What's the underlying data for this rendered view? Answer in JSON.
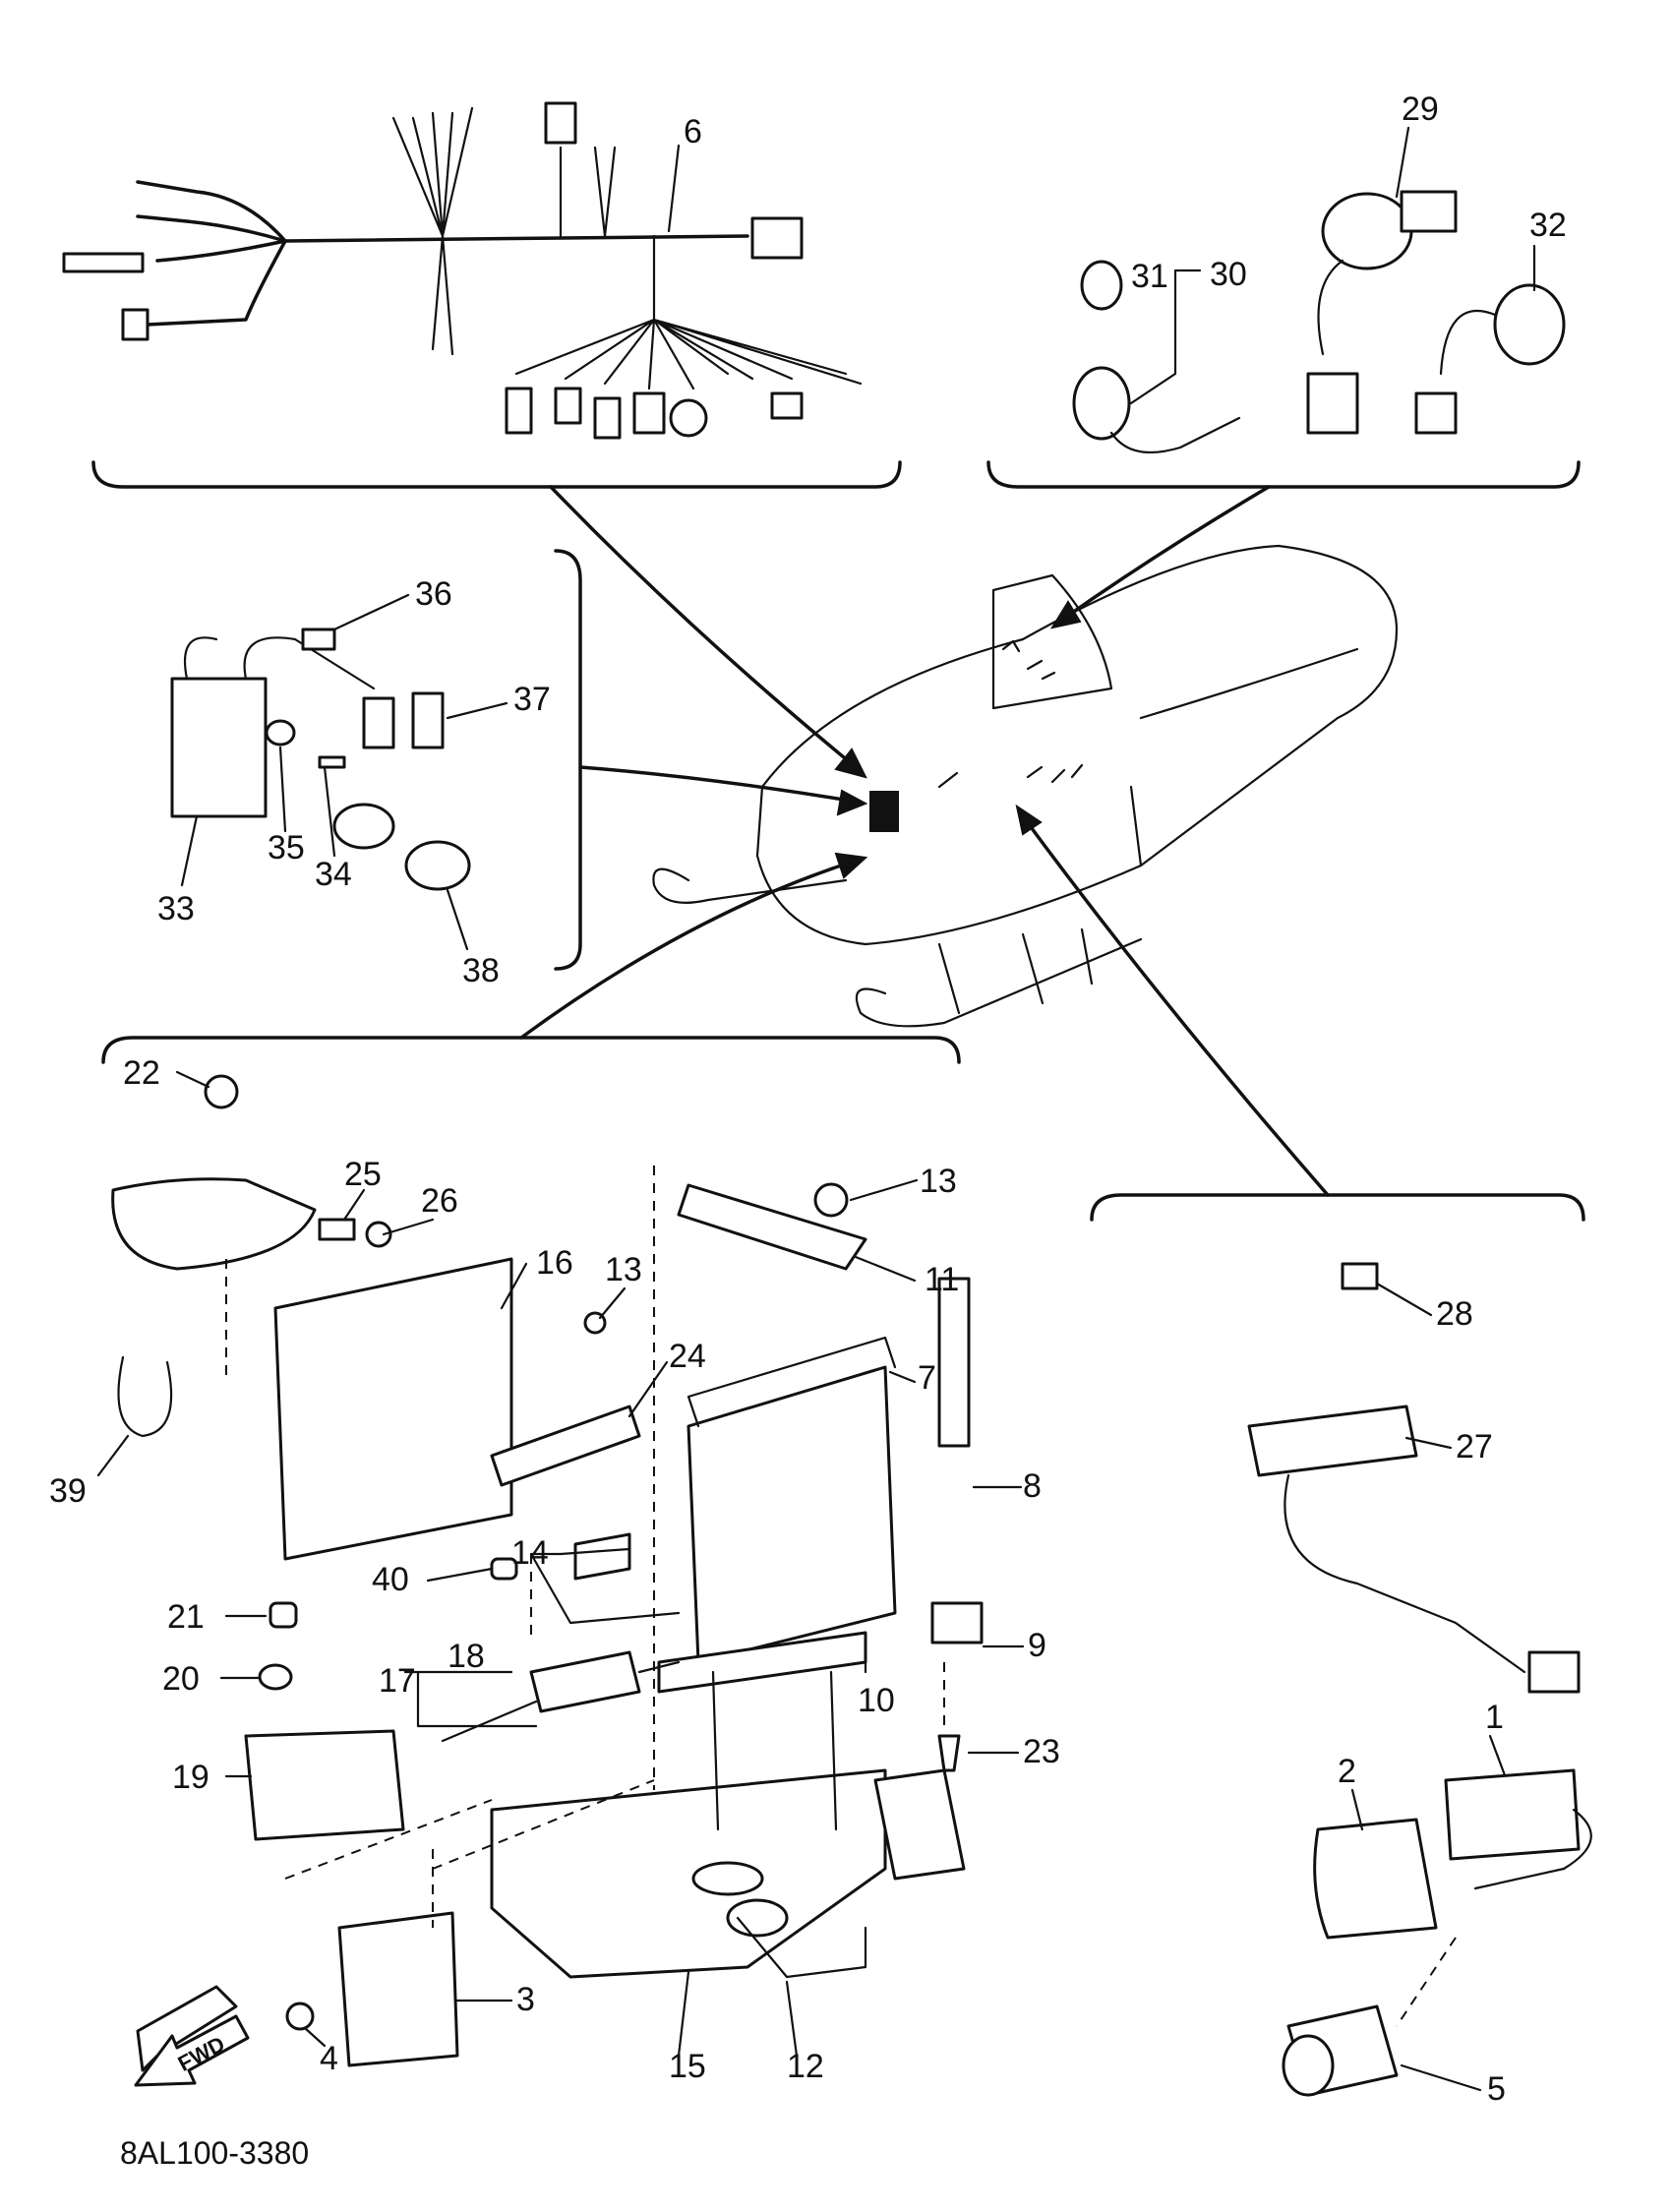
{
  "diagram": {
    "drawing_code": "8AL100-3380",
    "fwd_label": "FWD",
    "callouts": [
      "1",
      "2",
      "3",
      "4",
      "5",
      "6",
      "7",
      "8",
      "9",
      "10",
      "11",
      "12",
      "13",
      "13",
      "14",
      "15",
      "16",
      "17",
      "18",
      "19",
      "20",
      "21",
      "22",
      "23",
      "24",
      "25",
      "26",
      "27",
      "28",
      "29",
      "30",
      "31",
      "32",
      "33",
      "34",
      "35",
      "36",
      "37",
      "38",
      "39",
      "40"
    ]
  }
}
